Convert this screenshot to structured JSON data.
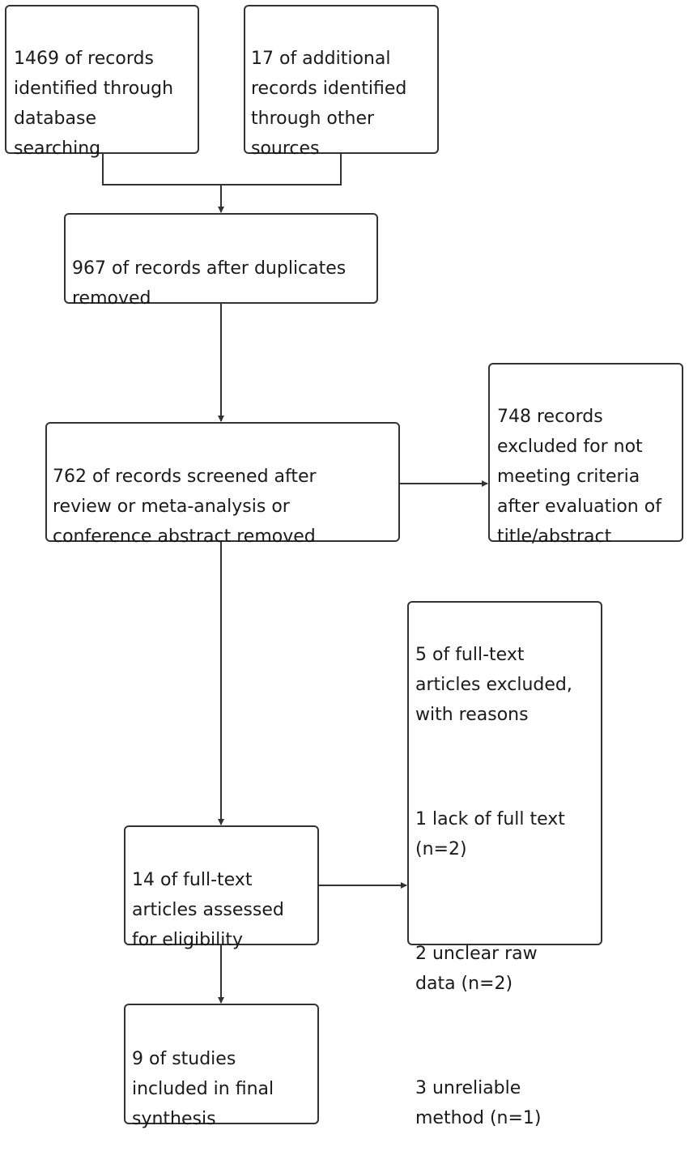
{
  "flowchart": {
    "identified_database": [
      "1469 of records",
      "identified through",
      "database",
      "searching"
    ],
    "identified_other": [
      "17 of additional",
      "records identified",
      "through other",
      "sources"
    ],
    "after_duplicates": [
      "967 of records after duplicates",
      "removed"
    ],
    "screened": [
      "762 of records screened after",
      "review or meta-analysis or",
      "conference abstract removed"
    ],
    "excluded_screening": [
      "748 records",
      "excluded for not",
      "meeting criteria",
      "after evaluation of",
      "title/abstract"
    ],
    "fulltext_assessed": [
      "14 of full-text",
      "articles assessed",
      "for eligibility"
    ],
    "fulltext_excluded": [
      "5 of full-text",
      "articles excluded,",
      "with reasons",
      "1 lack of full text",
      "(n=2)",
      "2 unclear raw",
      "data (n=2)",
      "3 unreliable",
      "method (n=1)"
    ],
    "included": [
      "9 of studies",
      "included in final",
      "synthesis"
    ]
  }
}
